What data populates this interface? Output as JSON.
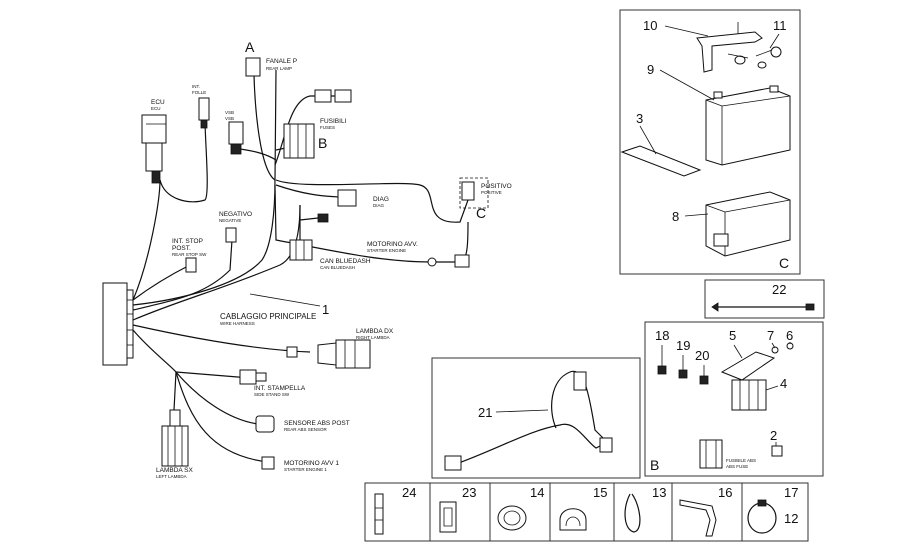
{
  "harness": {
    "fanale_p": "FANALE P",
    "fanale_p_sub": "REAR LAMP",
    "int_folle": "INT.",
    "int_folle_2": "FOLLE",
    "ecu": "ECU",
    "ecu_sub": "ECU",
    "vsb": "VSB",
    "vsb_sub": "VSB",
    "fusibili": "FUSIBILI",
    "fusibili_sub": "FUSES",
    "positivo": "POSITIVO",
    "positivo_sub": "POSITIVE",
    "diag": "DIAG",
    "diag_sub": "DIAG",
    "negativo": "NEGATIVO",
    "negativo_sub": "NEGATIVE",
    "int_stop": "INT. STOP",
    "int_stop_2": "POST.",
    "int_stop_sub": "REAR STOP SW",
    "can_bluedash": "CAN BLUEDASH",
    "can_bluedash_sub": "CAN BLUEDASH",
    "motorino_avv": "MOTORINO AVV.",
    "motorino_avv_sub": "STARTER ENGINE",
    "cablaggio": "CABLAGGIO PRINCIPALE",
    "cablaggio_sub": "WIRE HARNESS",
    "lambda_dx": "LAMBDA DX",
    "lambda_dx_sub": "RIGHT LAMBDA",
    "int_stampella": "INT. STAMPELLA",
    "int_stampella_sub": "SIDE STAND SW",
    "sensore_abs": "SENSORE ABS POST",
    "sensore_abs_sub": "REAR ABS SENSOR",
    "motorino_avv_1": "MOTORINO AVV 1",
    "motorino_avv_1_sub": "STARTER ENGINE 1",
    "lambda_sx": "LAMBDA SX",
    "lambda_sx_sub": "LEFT LAMBDA",
    "fusibile_abs": "FUSIBILE ABS",
    "fusibile_abs_sub": "ABS FUSE"
  },
  "callouts": {
    "A": "A",
    "B": "B",
    "C": "C",
    "n1": "1",
    "n2": "2",
    "n3": "3",
    "n4": "4",
    "n5": "5",
    "n6": "6",
    "n7": "7",
    "n8": "8",
    "n9": "9",
    "n10": "10",
    "n11": "11",
    "n12": "12",
    "n13": "13",
    "n14": "14",
    "n15": "15",
    "n16": "16",
    "n17": "17",
    "n18": "18",
    "n19": "19",
    "n20": "20",
    "n21": "21",
    "n22": "22",
    "n23": "23",
    "n24": "24"
  },
  "groups": {
    "battery_group": "C",
    "fuse_group": "B"
  }
}
